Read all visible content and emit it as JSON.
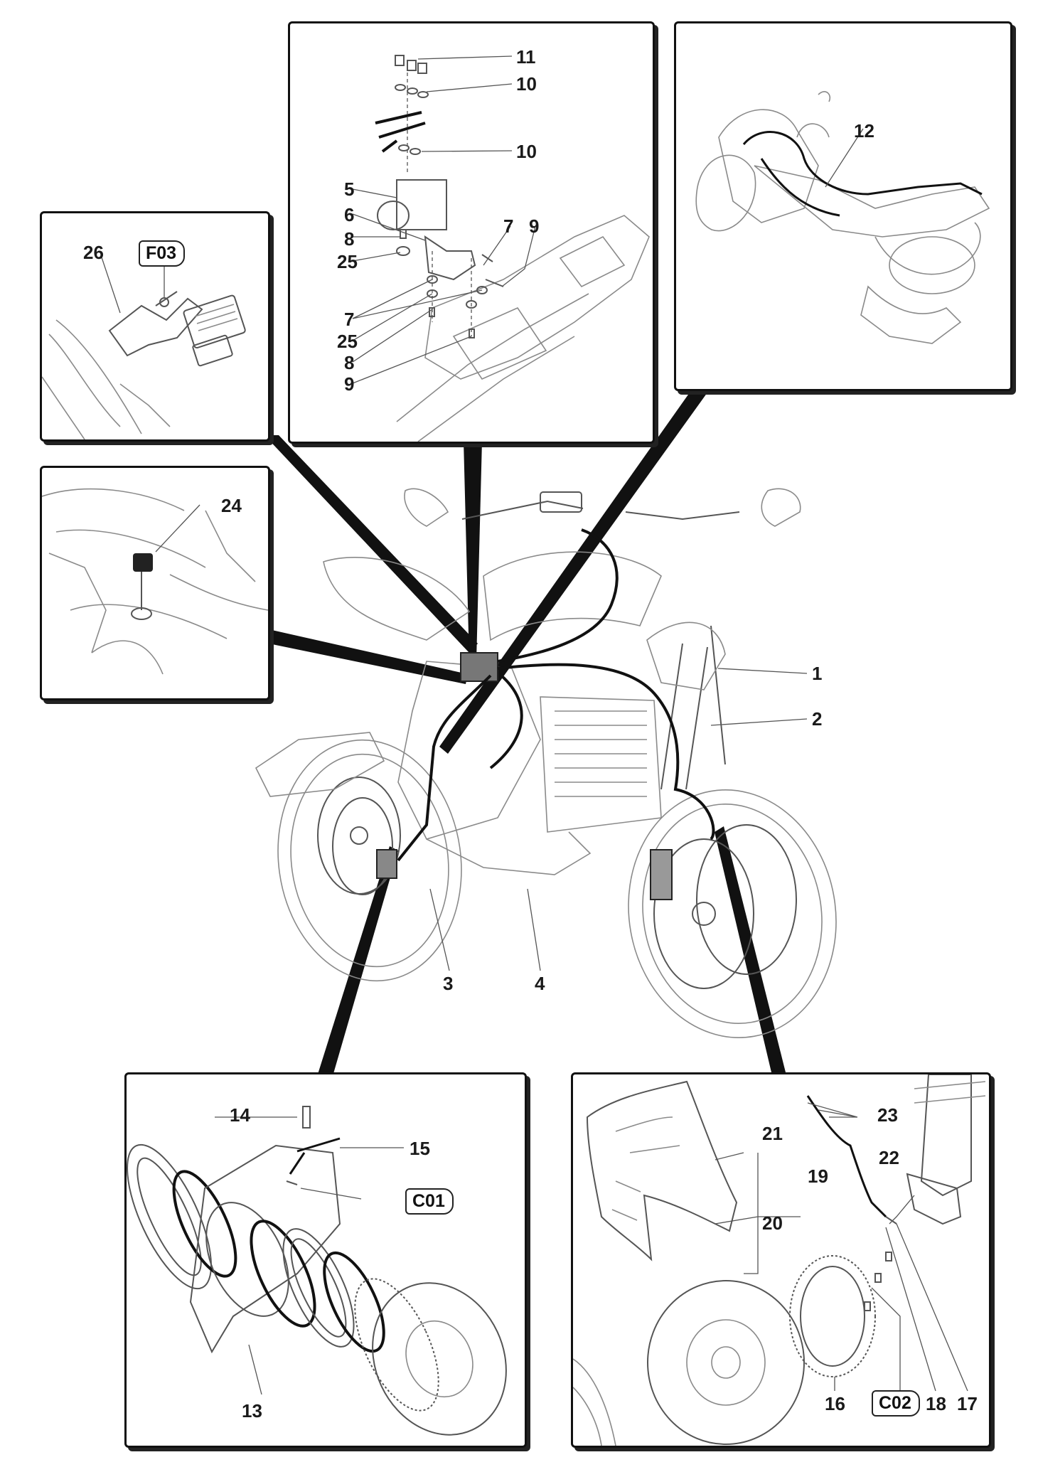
{
  "diagram": {
    "main_labels": [
      "1",
      "2",
      "3",
      "4"
    ],
    "inset_top_left": {
      "labels": [
        "26"
      ],
      "code": "F03"
    },
    "inset_mid_left": {
      "labels": [
        "24"
      ]
    },
    "inset_top_center": {
      "labels": [
        "11",
        "10",
        "10",
        "5",
        "6",
        "8",
        "7",
        "9",
        "25",
        "7",
        "25",
        "8",
        "9"
      ]
    },
    "inset_top_right": {
      "labels": [
        "12"
      ]
    },
    "inset_bottom_left": {
      "labels": [
        "14",
        "15",
        "13"
      ],
      "code": "C01"
    },
    "inset_bottom_right": {
      "labels": [
        "23",
        "21",
        "22",
        "19",
        "20",
        "16",
        "18",
        "17"
      ],
      "code": "C02"
    }
  },
  "colors": {
    "line": "#111111",
    "sketch": "#8a8a8a",
    "background": "#ffffff"
  }
}
